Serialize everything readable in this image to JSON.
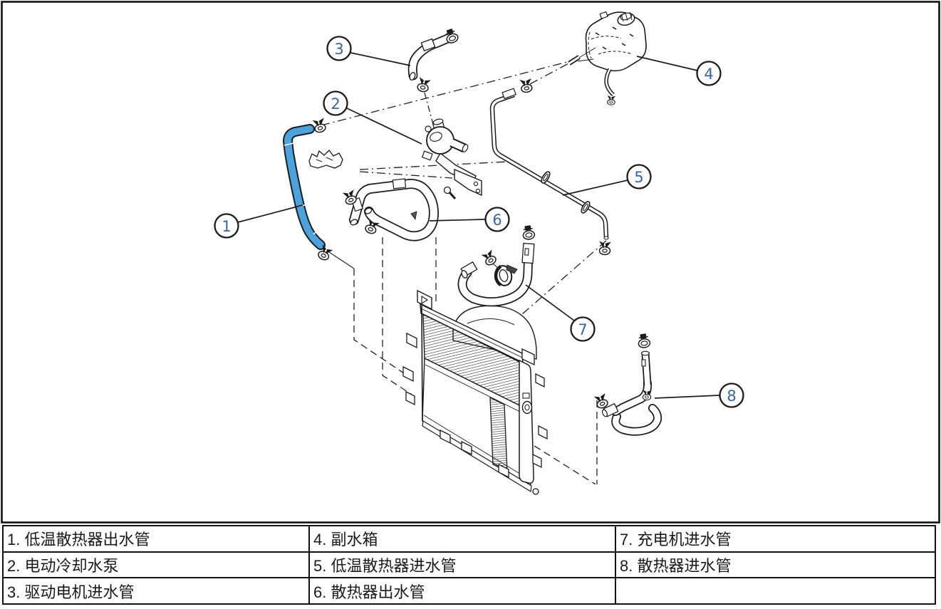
{
  "figure": {
    "type": "exploded-parts-diagram",
    "subject": "cooling system hoses and pipes",
    "colors": {
      "line": "#1c1c1c",
      "highlight_hose": "#4aa3dc",
      "callout_number": "#3a64ad",
      "background": "#ffffff"
    },
    "callouts": [
      {
        "num": "1",
        "label": "低温散热器出水管"
      },
      {
        "num": "2",
        "label": "电动冷却水泵"
      },
      {
        "num": "3",
        "label": "驱动电机进水管"
      },
      {
        "num": "4",
        "label": "副水箱"
      },
      {
        "num": "5",
        "label": "低温散热器进水管"
      },
      {
        "num": "6",
        "label": "散热器出水管"
      },
      {
        "num": "7",
        "label": "充电机进水管"
      },
      {
        "num": "8",
        "label": "散热器进水管"
      }
    ]
  },
  "legend": {
    "rows": [
      [
        "1. 低温散热器出水管",
        "4. 副水箱",
        "7. 充电机进水管"
      ],
      [
        "2. 电动冷却水泵",
        "5. 低温散热器进水管",
        "8. 散热器进水管"
      ],
      [
        "3. 驱动电机进水管",
        "6. 散热器出水管",
        ""
      ]
    ]
  }
}
